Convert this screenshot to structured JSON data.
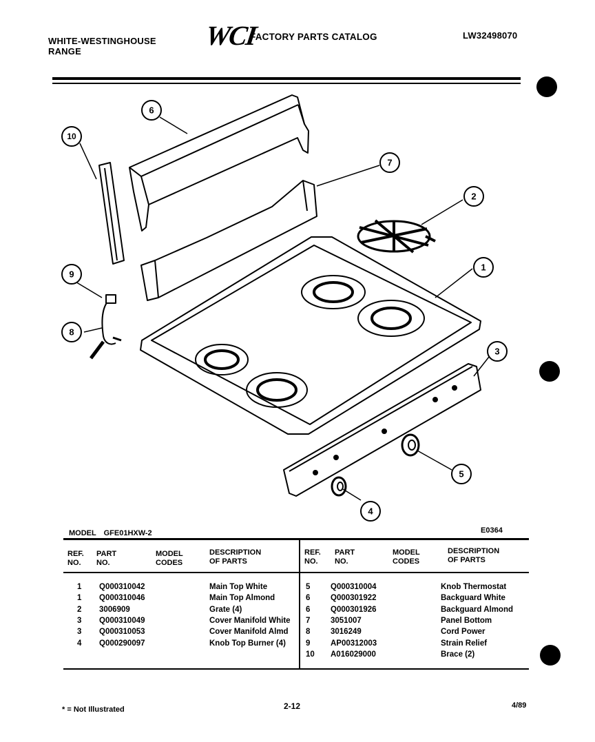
{
  "header": {
    "brand_line1": "WHITE-WESTINGHOUSE",
    "brand_line2": "RANGE",
    "logo": "WCI",
    "catalog_title": "FACTORY PARTS CATALOG",
    "catalog_number": "LW32498070"
  },
  "diagram": {
    "callouts": [
      "1",
      "2",
      "3",
      "4",
      "5",
      "6",
      "7",
      "8",
      "9",
      "10"
    ]
  },
  "parts_table": {
    "model_label": "MODEL",
    "model_value": "GFE01HXW-2",
    "diagram_code": "E0364",
    "headers": {
      "ref_no": "REF.\nNO.",
      "part_no": "PART\nNO.",
      "model_codes": "MODEL\nCODES",
      "description": "DESCRIPTION\nOF PARTS"
    },
    "left_rows": [
      {
        "ref": "1",
        "part": "Q000310042",
        "codes": "",
        "desc": "Main Top White"
      },
      {
        "ref": "1",
        "part": "Q000310046",
        "codes": "",
        "desc": "Main Top Almond"
      },
      {
        "ref": "2",
        "part": "3006909",
        "codes": "",
        "desc": "Grate (4)"
      },
      {
        "ref": "3",
        "part": "Q000310049",
        "codes": "",
        "desc": "Cover Manifold White"
      },
      {
        "ref": "3",
        "part": "Q000310053",
        "codes": "",
        "desc": "Cover Manifold Almd"
      },
      {
        "ref": "4",
        "part": "Q000290097",
        "codes": "",
        "desc": "Knob Top Burner (4)"
      }
    ],
    "right_rows": [
      {
        "ref": "5",
        "part": "Q000310004",
        "codes": "",
        "desc": "Knob Thermostat"
      },
      {
        "ref": "6",
        "part": "Q000301922",
        "codes": "",
        "desc": "Backguard White"
      },
      {
        "ref": "6",
        "part": "Q000301926",
        "codes": "",
        "desc": "Backguard Almond"
      },
      {
        "ref": "7",
        "part": "3051007",
        "codes": "",
        "desc": "Panel Bottom"
      },
      {
        "ref": "8",
        "part": "3016249",
        "codes": "",
        "desc": "Cord  Power"
      },
      {
        "ref": "9",
        "part": "AP00312003",
        "codes": "",
        "desc": "Strain Relief"
      },
      {
        "ref": "10",
        "part": "A016029000",
        "codes": "",
        "desc": "Brace (2)"
      }
    ]
  },
  "footer": {
    "note": "* = Not Illustrated",
    "page": "2-12",
    "date": "4/89"
  }
}
